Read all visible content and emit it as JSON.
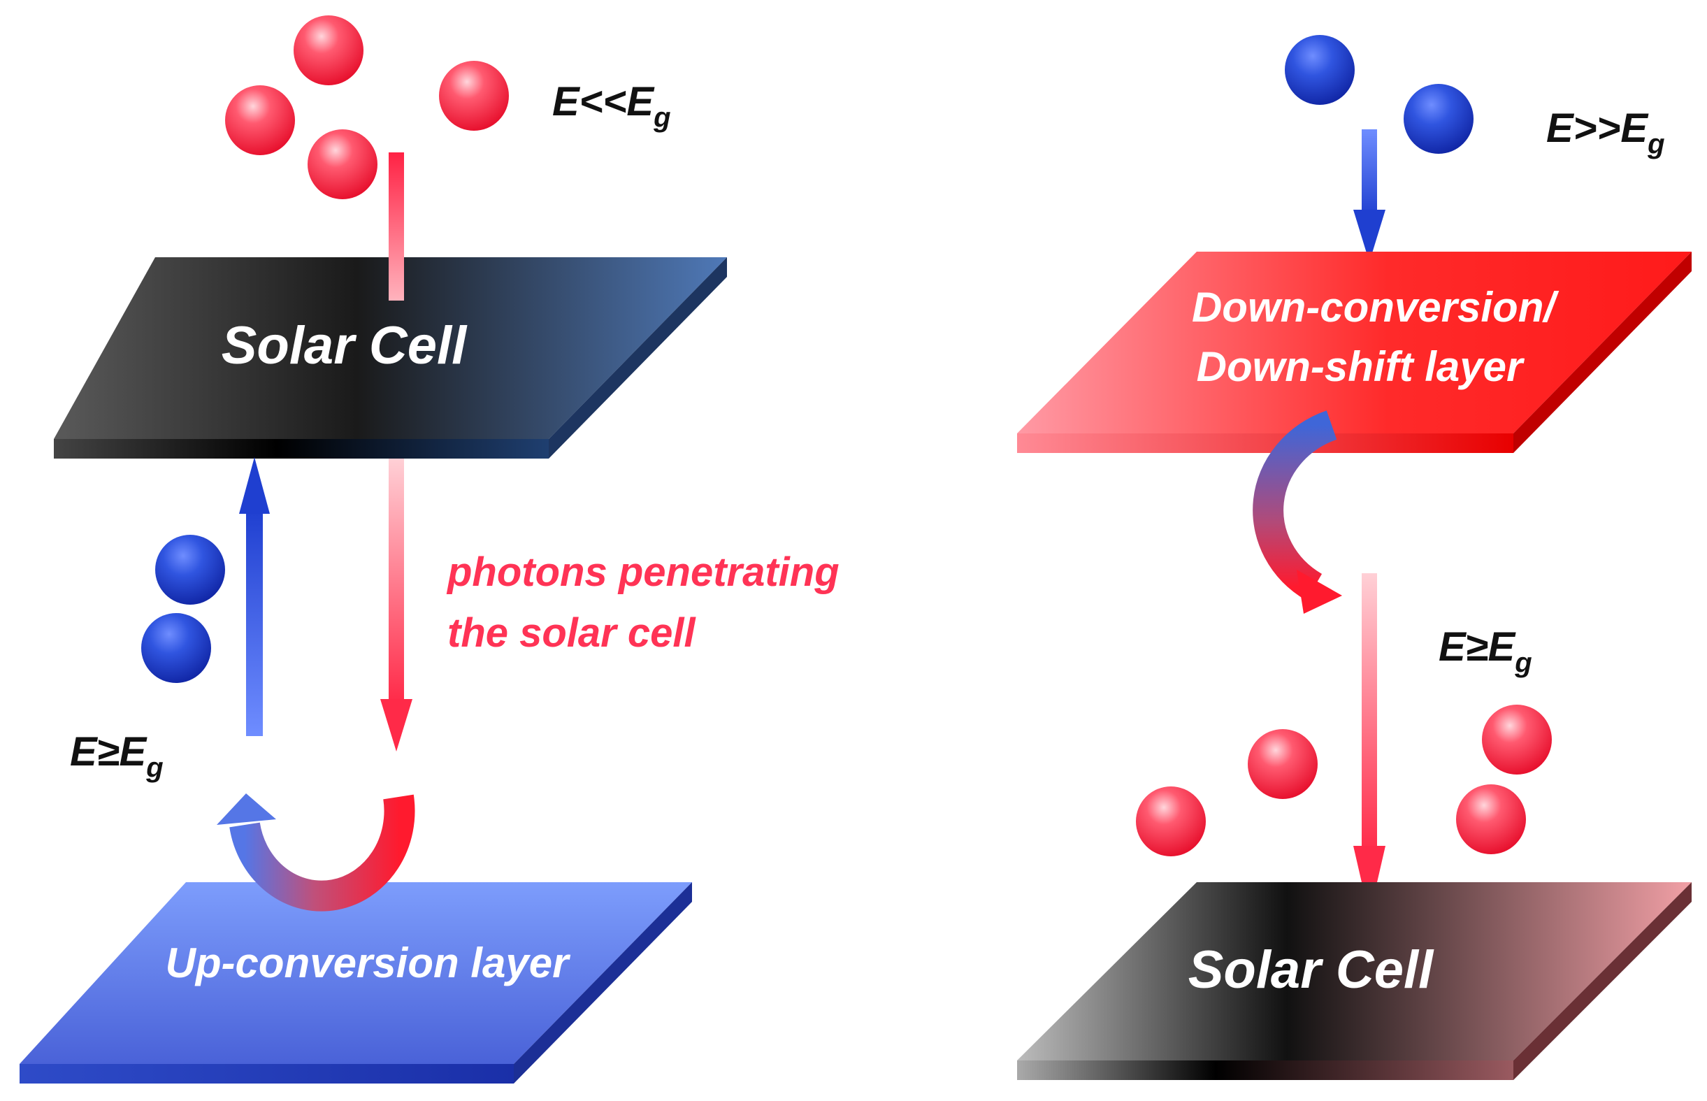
{
  "left_panel": {
    "top_plate_label": "Solar Cell",
    "bottom_plate_label": "Up-conversion layer",
    "incident_energy": {
      "main": "E<<E",
      "sub": "g"
    },
    "emitted_energy": {
      "main": "E≥E",
      "sub": "g"
    },
    "note_line1": "photons penetrating",
    "note_line2": "the solar cell"
  },
  "right_panel": {
    "top_plate_label_line1": "Down-conversion/",
    "top_plate_label_line2": "Down-shift layer",
    "bottom_plate_label": "Solar Cell",
    "incident_energy": {
      "main": "E>>E",
      "sub": "g"
    },
    "emitted_energy": {
      "main": "E≥E",
      "sub": "g"
    }
  },
  "colors": {
    "red_photon": "#ff3b55",
    "blue_photon": "#1f3fd0",
    "note_text": "#ff3355"
  }
}
